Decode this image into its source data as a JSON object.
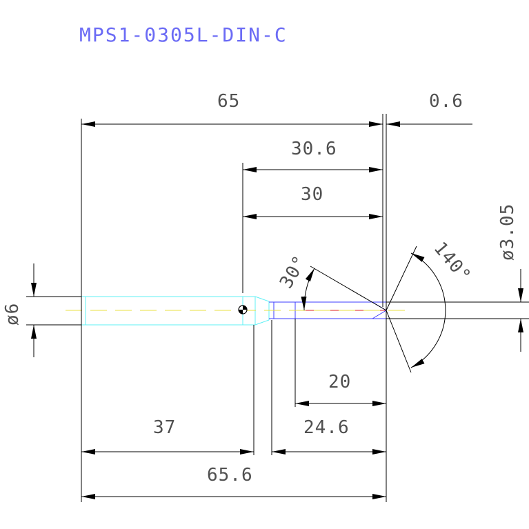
{
  "title": "MPS1-0305L-DIN-C",
  "dimensions": {
    "overall_length": "65",
    "tip_offset": "0.6",
    "neck_length": "30.6",
    "reach": "30",
    "point_angle": "140°",
    "diameter_tip": "ø3.05",
    "helix_angle": "30°",
    "diameter_shank": "ø6",
    "flute_length": "20",
    "body_length": "24.6",
    "shank_length": "37",
    "total_length": "65.6"
  },
  "colors": {
    "title": "#6b6bf5",
    "text": "#505050",
    "shank": "#5ff0f5",
    "body": "#3b3bff",
    "center": "#e8e040",
    "edge": "#e02020"
  }
}
